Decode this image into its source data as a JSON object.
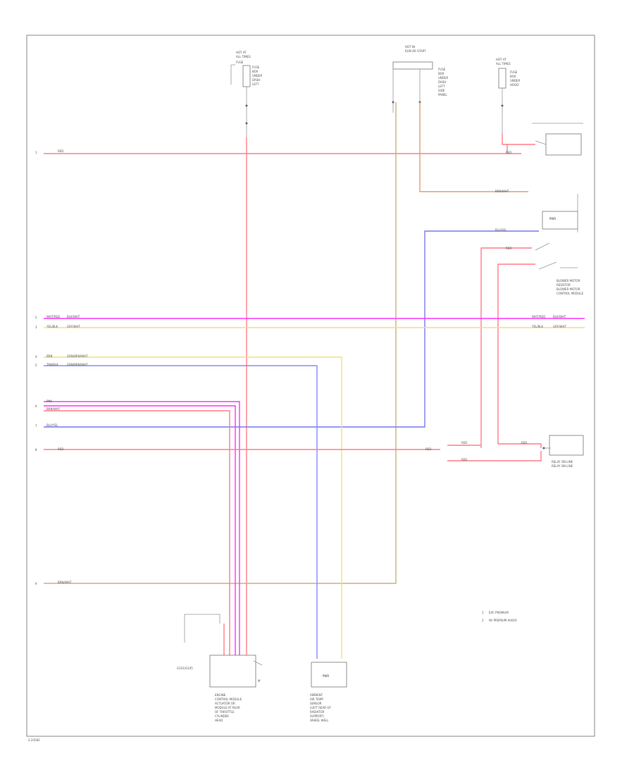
{
  "wire_colors": {
    "red": "#ff7f88",
    "pink": "#ff33ff",
    "yellow": "#f2e27a",
    "tan": "#c9b47a",
    "blue": "#7a7af0",
    "orange": "#e0a070",
    "light_blue": "#8a8aff"
  },
  "side_numbers": [
    "1",
    "2",
    "3",
    "4",
    "5",
    "6",
    "7",
    "8",
    "9"
  ],
  "wire_labels": {
    "row1": "RED",
    "row2_left": "WHT/RED",
    "row2_mid": "BLK/WHT",
    "row3_left": "YEL/BLK",
    "row3_mid": "GRY/WHT",
    "row4_left": "BRN",
    "row4_mid": "GRN/BRN/WHT",
    "row5_left": "TAN/BLK",
    "row5_mid": "GRN/BRN/WHT",
    "row6_left": "PNK",
    "row7_left": "BRN/WHT",
    "row8_left": "BLU/YEL",
    "row9_left": "RED",
    "row10_left": "BRN/WHT",
    "orange_right": "BRN/WHT",
    "blue_right": "BLU/YEL",
    "red_right_a": "RED",
    "red_right_b": "RED",
    "red_lower_a": "RED",
    "red_lower_b": "RED",
    "red_lower_c": "RED",
    "red_lower_d": "RED"
  },
  "components": {
    "ground_label": "G101/G105",
    "ecm_box": "",
    "sensor_box": "PWR",
    "relay_box": "PWR",
    "right_bottom_caption": "RELAY ON LINE\nRELAY ON LINE",
    "right_mid_caption": "BLOWER MOTOR\nRESISTOR\nBLOWER MOTOR\nCONTROL MODULE",
    "ecm_caption": "ENGINE\nCONTROL MODULE\nACTUATOR OR\nMODULE AT REAR\nOF THROTTLE\nCYLINDER\nHEAD",
    "sensor_caption": "AMBIENT\nAIR TEMP\nSENSOR\n(LEFT REAR OF\nRADIATOR\nSUPPORT)\nWHEEL WELL"
  },
  "legend": {
    "item1_num": "1",
    "item1_text": "EXC PREMIUM",
    "item2_num": "2",
    "item2_text": "W/ PREMIUM AUDIO"
  },
  "footer_code": "2-24582"
}
